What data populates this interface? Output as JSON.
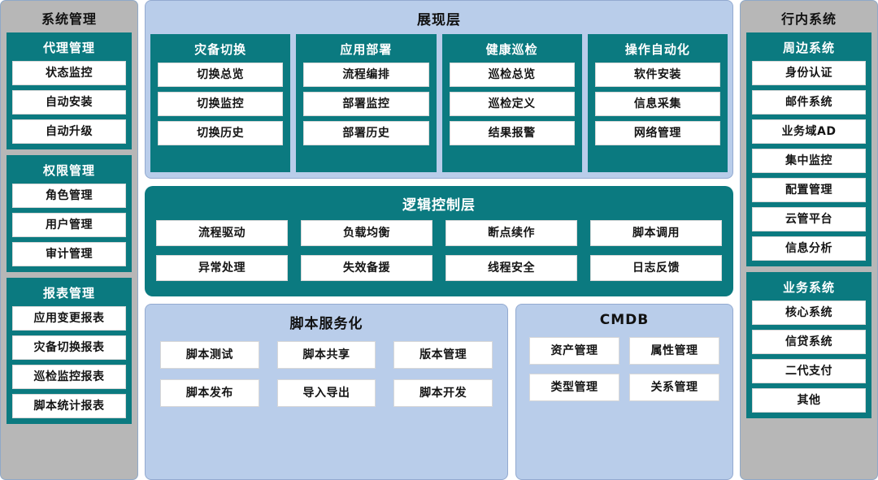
{
  "colors": {
    "teal": "#0b7a80",
    "light_blue": "#b9cdea",
    "gray_frame": "#b7b7b7",
    "frame_border": "#8fa9c8",
    "cell_bg": "#ffffff"
  },
  "left_column": {
    "title": "系统管理",
    "groups": [
      {
        "title": "代理管理",
        "items": [
          "状态监控",
          "自动安装",
          "自动升级"
        ]
      },
      {
        "title": "权限管理",
        "items": [
          "角色管理",
          "用户管理",
          "审计管理"
        ]
      },
      {
        "title": "报表管理",
        "items": [
          "应用变更报表",
          "灾备切换报表",
          "巡检监控报表",
          "脚本统计报表"
        ]
      }
    ]
  },
  "presentation_layer": {
    "title": "展现层",
    "groups": [
      {
        "title": "灾备切换",
        "items": [
          "切换总览",
          "切换监控",
          "切换历史"
        ]
      },
      {
        "title": "应用部署",
        "items": [
          "流程编排",
          "部署监控",
          "部署历史"
        ]
      },
      {
        "title": "健康巡检",
        "items": [
          "巡检总览",
          "巡检定义",
          "结果报警"
        ]
      },
      {
        "title": "操作自动化",
        "items": [
          "软件安装",
          "信息采集",
          "网络管理"
        ]
      }
    ]
  },
  "logic_layer": {
    "title": "逻辑控制层",
    "items": [
      "流程驱动",
      "负载均衡",
      "断点续作",
      "脚本调用",
      "异常处理",
      "失效备援",
      "线程安全",
      "日志反馈"
    ]
  },
  "script_service": {
    "title": "脚本服务化",
    "items": [
      "脚本测试",
      "脚本共享",
      "版本管理",
      "脚本发布",
      "导入导出",
      "脚本开发"
    ]
  },
  "cmdb": {
    "title": "CMDB",
    "items": [
      "资产管理",
      "属性管理",
      "类型管理",
      "关系管理"
    ]
  },
  "right_column": {
    "title": "行内系统",
    "groups": [
      {
        "title": "周边系统",
        "items": [
          "身份认证",
          "邮件系统",
          "业务域AD",
          "集中监控",
          "配置管理",
          "云管平台",
          "信息分析"
        ]
      },
      {
        "title": "业务系统",
        "items": [
          "核心系统",
          "信贷系统",
          "二代支付",
          "其他"
        ]
      }
    ]
  }
}
